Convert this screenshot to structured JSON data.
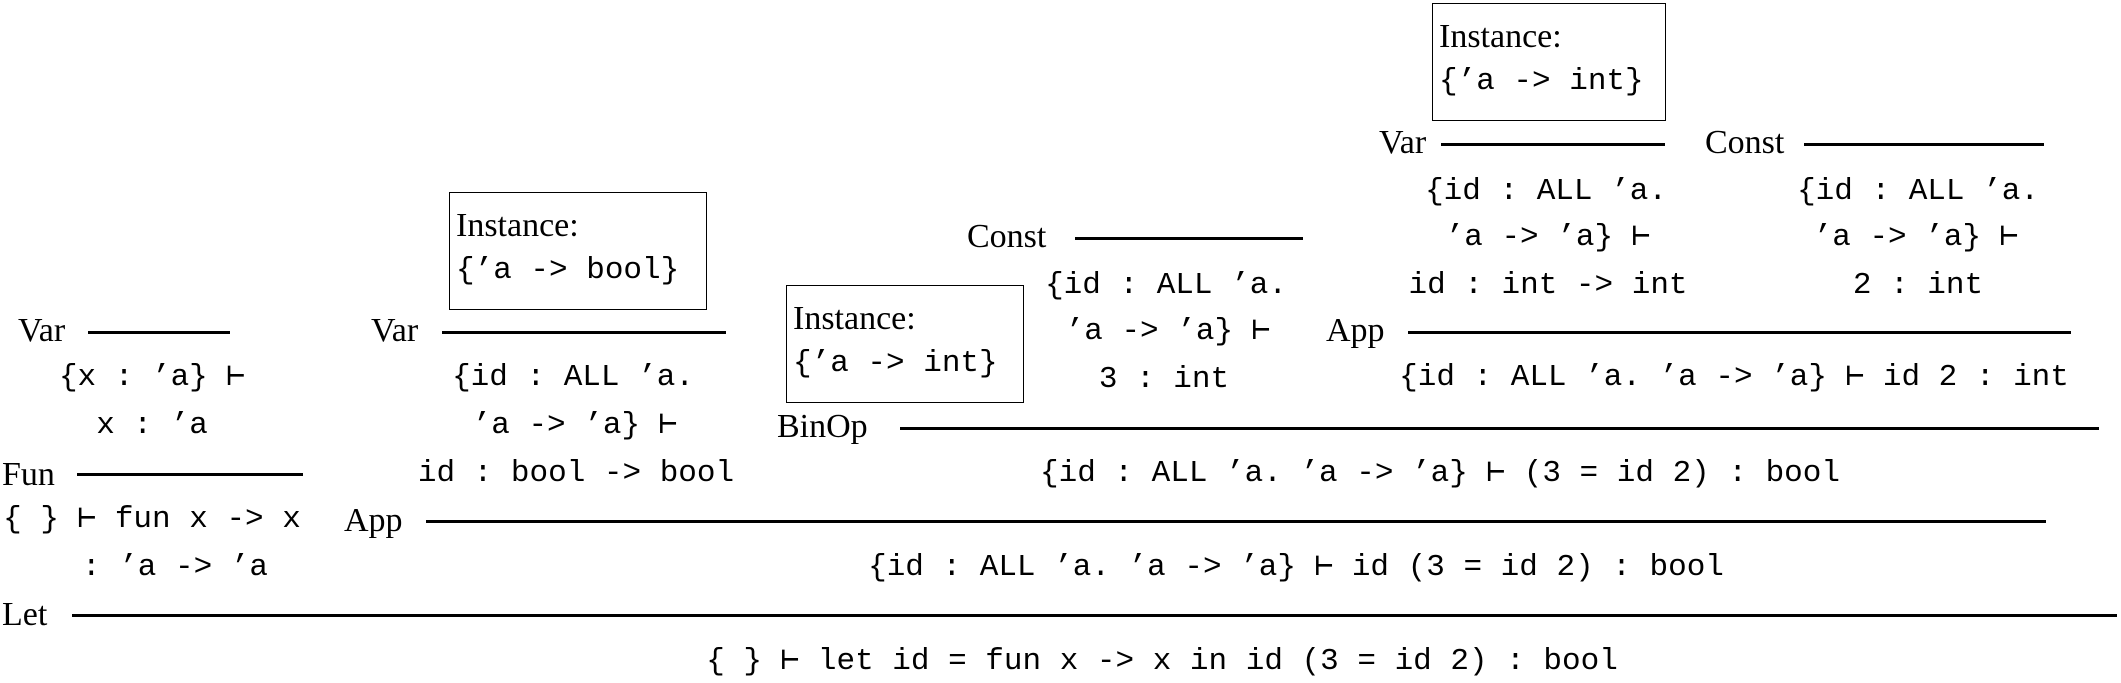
{
  "rules": {
    "var_left": "Var",
    "fun": "Fun",
    "var_mid": "Var",
    "app_mid": "App",
    "binop": "BinOp",
    "const_mid": "Const",
    "var_top": "Var",
    "const_right": "Const",
    "app_right": "App",
    "let": "Let"
  },
  "judgments": {
    "var_left_1": "{x : ’a} ⊢",
    "var_left_2": "x : ’a",
    "fun_1": "{ } ⊢ fun x -> x",
    "fun_2": ": ’a -> ’a",
    "var_mid_1": "{id : ALL ’a.",
    "var_mid_2": "’a -> ’a} ⊢",
    "var_mid_3": "id : bool -> bool",
    "const_mid_1": "{id : ALL ’a.",
    "const_mid_2": "’a -> ’a} ⊢",
    "const_mid_3": "3 : int",
    "var_top_1": "{id : ALL ’a.",
    "var_top_2": "’a -> ’a} ⊢",
    "var_top_3": "id : int -> int",
    "const_right_1": "{id : ALL ’a.",
    "const_right_2": "’a -> ’a} ⊢",
    "const_right_3": "2 : int",
    "app_right": "{id : ALL ’a. ’a -> ’a} ⊢ id 2 : int",
    "binop": "{id : ALL ’a. ’a -> ’a} ⊢ (3 = id 2) : bool",
    "app_mid": "{id : ALL ’a. ’a -> ’a} ⊢ id (3 = id 2) : bool",
    "let": "{ } ⊢ let id = fun x -> x in id (3 = id 2) :  bool"
  },
  "instances": {
    "bool_title": "Instance:",
    "bool_value": "{’a -> bool}",
    "int1_title": "Instance:",
    "int1_value": "{’a -> int}",
    "int2_title": "Instance:",
    "int2_value": "{’a -> int}"
  }
}
